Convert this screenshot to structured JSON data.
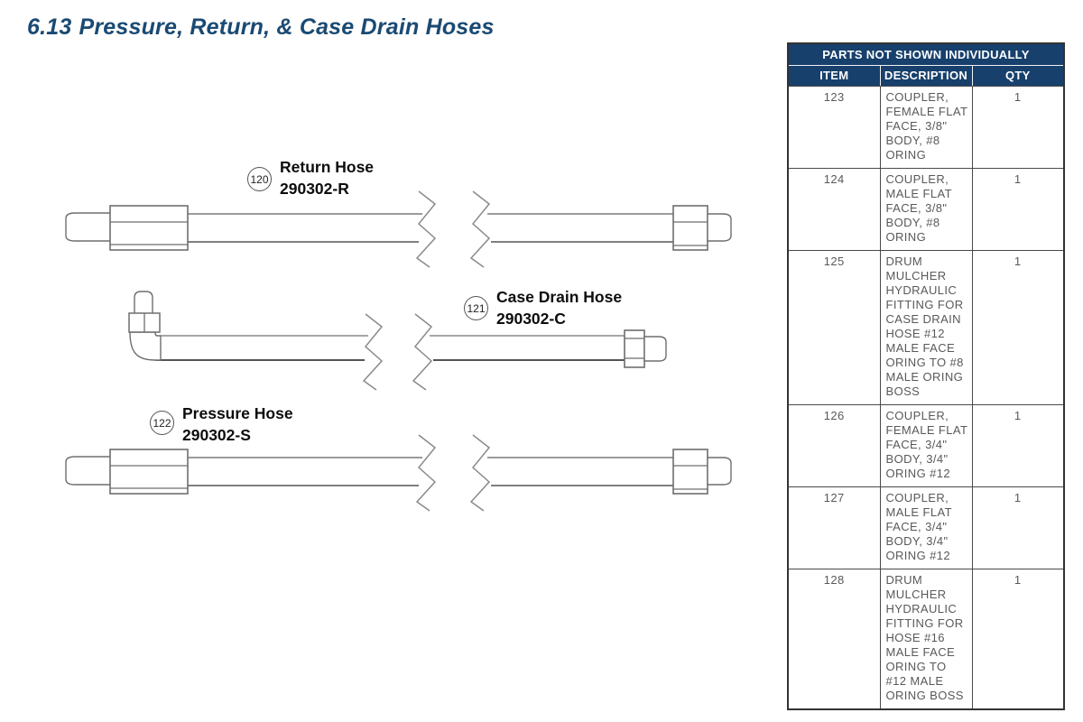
{
  "page": {
    "title_number": "6.13",
    "title": "Pressure, Return, & Case Drain Hoses"
  },
  "diagram": {
    "hoses": [
      {
        "callout": "120",
        "name": "Return Hose",
        "part": "290302-R"
      },
      {
        "callout": "121",
        "name": "Case Drain Hose",
        "part": "290302-C"
      },
      {
        "callout": "122",
        "name": "Pressure Hose",
        "part": "290302-S"
      }
    ]
  },
  "parts_table": {
    "title": "PARTS NOT SHOWN INDIVIDUALLY",
    "columns": [
      "ITEM",
      "DESCRIPTION",
      "QTY"
    ],
    "rows": [
      {
        "item": "123",
        "description": "COUPLER, FEMALE FLAT FACE, 3/8\" BODY, #8 ORING",
        "qty": "1"
      },
      {
        "item": "124",
        "description": "COUPLER, MALE FLAT FACE, 3/8\" BODY, #8 ORING",
        "qty": "1"
      },
      {
        "item": "125",
        "description": "DRUM MULCHER HYDRAULIC FITTING FOR CASE DRAIN HOSE #12 MALE FACE ORING TO #8 MALE ORING BOSS",
        "qty": "1"
      },
      {
        "item": "126",
        "description": "COUPLER, FEMALE FLAT FACE, 3/4\" BODY, 3/4\" ORING #12",
        "qty": "1"
      },
      {
        "item": "127",
        "description": "COUPLER, MALE FLAT FACE, 3/4\" BODY, 3/4\" ORING #12",
        "qty": "1"
      },
      {
        "item": "128",
        "description": "DRUM MULCHER HYDRAULIC FITTING FOR HOSE #16 MALE FACE ORING TO #12 MALE ORING BOSS",
        "qty": "1"
      }
    ]
  },
  "colors": {
    "header_navy": "#17406c",
    "title_blue": "#1a4a73",
    "table_text_gray": "#595959",
    "line_gray": "#7a7a7a",
    "line_dark": "#4a4a4a"
  }
}
